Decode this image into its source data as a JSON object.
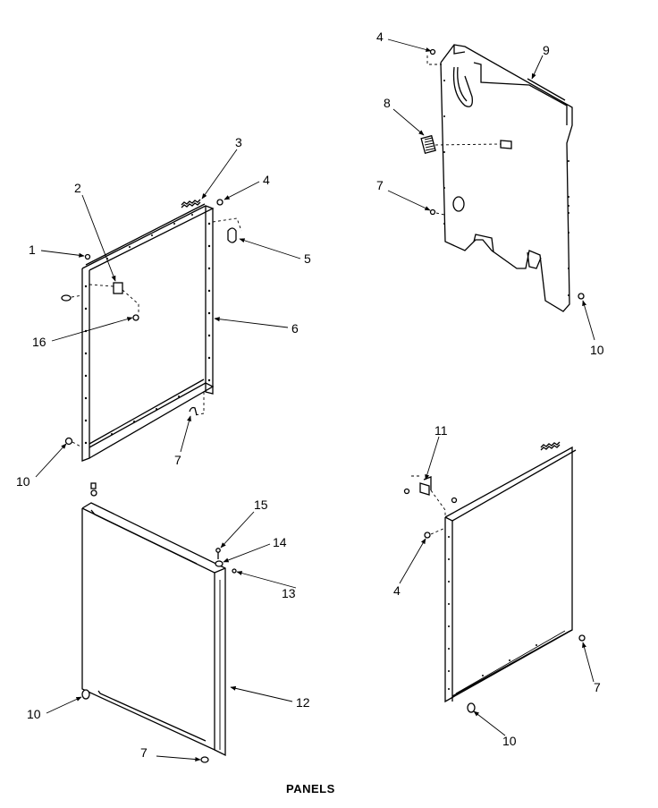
{
  "diagram": {
    "caption": "PANELS",
    "callouts": [
      {
        "id": "c-1",
        "text": "1"
      },
      {
        "id": "c-2",
        "text": "2"
      },
      {
        "id": "c-3",
        "text": "3"
      },
      {
        "id": "c-4a",
        "text": "4"
      },
      {
        "id": "c-5",
        "text": "5"
      },
      {
        "id": "c-6",
        "text": "6"
      },
      {
        "id": "c-16",
        "text": "16"
      },
      {
        "id": "c-7a",
        "text": "7"
      },
      {
        "id": "c-10a",
        "text": "10"
      },
      {
        "id": "c-4b",
        "text": "4"
      },
      {
        "id": "c-9",
        "text": "9"
      },
      {
        "id": "c-8",
        "text": "8"
      },
      {
        "id": "c-7b",
        "text": "7"
      },
      {
        "id": "c-10b",
        "text": "10"
      },
      {
        "id": "c-15",
        "text": "15"
      },
      {
        "id": "c-14",
        "text": "14"
      },
      {
        "id": "c-13",
        "text": "13"
      },
      {
        "id": "c-12",
        "text": "12"
      },
      {
        "id": "c-10c",
        "text": "10"
      },
      {
        "id": "c-7c",
        "text": "7"
      },
      {
        "id": "c-11",
        "text": "11"
      },
      {
        "id": "c-4c",
        "text": "4"
      },
      {
        "id": "c-7d",
        "text": "7"
      },
      {
        "id": "c-10d",
        "text": "10"
      }
    ]
  }
}
